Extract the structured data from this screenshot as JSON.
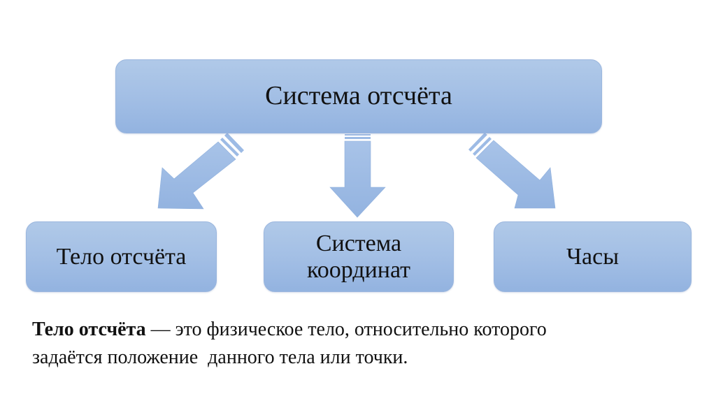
{
  "diagram": {
    "root": {
      "label": "Система отсчёта"
    },
    "children": [
      {
        "id": "body",
        "label": "Тело отсчёта"
      },
      {
        "id": "coords",
        "label_line1": "Система",
        "label_line2": "координат"
      },
      {
        "id": "clock",
        "label": "Часы"
      }
    ],
    "colors": {
      "box_fill": "#a3bfe5",
      "arrow_fill": "#9dbbe5",
      "text": "#111111"
    }
  },
  "definition": {
    "term": "Тело отсчёта",
    "line1_rest": " — это физическое тело, относительно которого",
    "line2": "задаётся положение  данного тела или точки."
  }
}
